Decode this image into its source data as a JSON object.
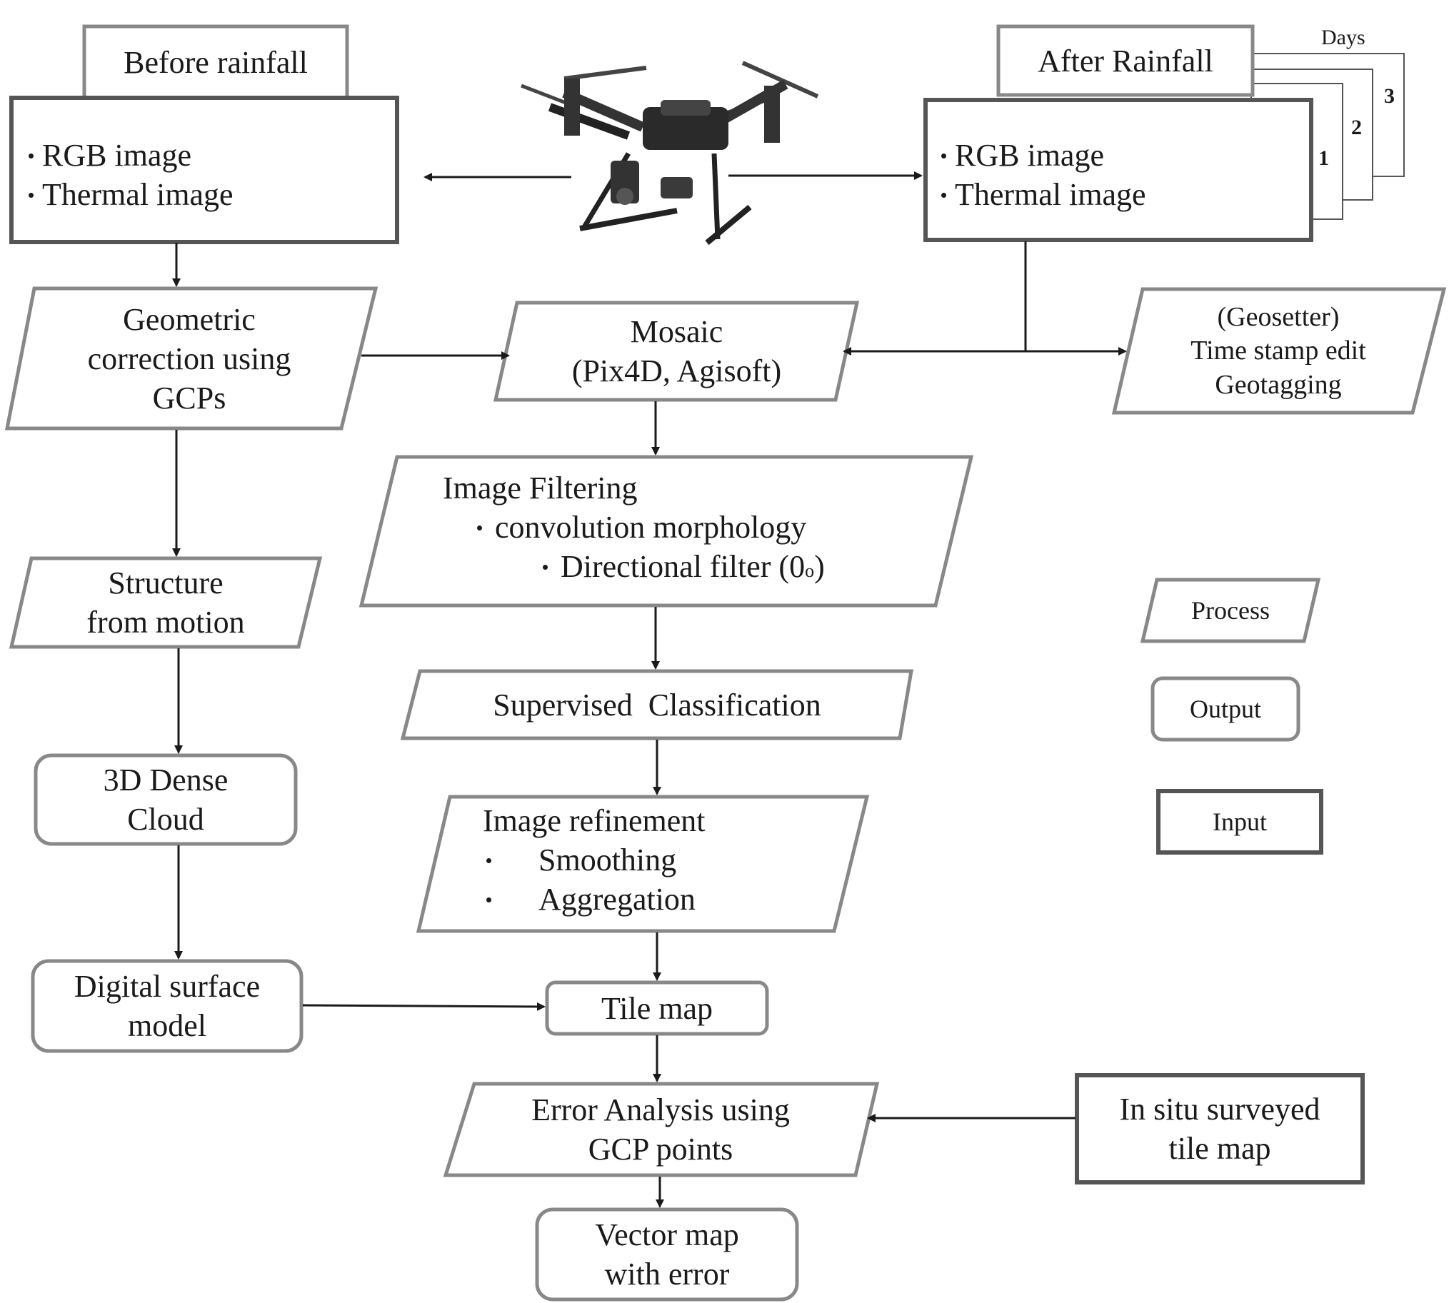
{
  "before_rainfall": {
    "title": "Before rainfall",
    "items": [
      "RGB image",
      "Thermal image"
    ]
  },
  "after_rainfall": {
    "title": "After Rainfall",
    "items": [
      "RGB image",
      "Thermal image"
    ],
    "days_label": "Days",
    "days": [
      "1",
      "2",
      "3"
    ]
  },
  "left_column": {
    "geometric": [
      "Geometric",
      "correction using",
      "GCPs"
    ],
    "sfm": [
      "Structure",
      "from motion"
    ],
    "dense_cloud": [
      "3D Dense",
      "Cloud"
    ],
    "dsm": [
      "Digital surface",
      "model"
    ]
  },
  "center_column": {
    "mosaic": [
      "Mosaic",
      "(Pix4D, Agisoft)"
    ],
    "filtering": {
      "title": "Image Filtering",
      "item1": "convolution morphology",
      "item2_prefix": "Directional filter (0",
      "item2_sup": "o",
      "item2_suffix": ")"
    },
    "classification": "Supervised  Classification",
    "refinement": {
      "title": "Image refinement",
      "items": [
        "Smoothing",
        "Aggregation"
      ]
    },
    "tile_map": "Tile map",
    "error_analysis": [
      "Error Analysis using",
      "GCP points"
    ],
    "vector_map": [
      "Vector map",
      "with error"
    ]
  },
  "geosetter": [
    "(Geosetter)",
    "Time stamp edit",
    "Geotagging"
  ],
  "in_situ": [
    "In situ surveyed",
    "tile map"
  ],
  "legend": {
    "process": "Process",
    "output": "Output",
    "input": "Input"
  }
}
